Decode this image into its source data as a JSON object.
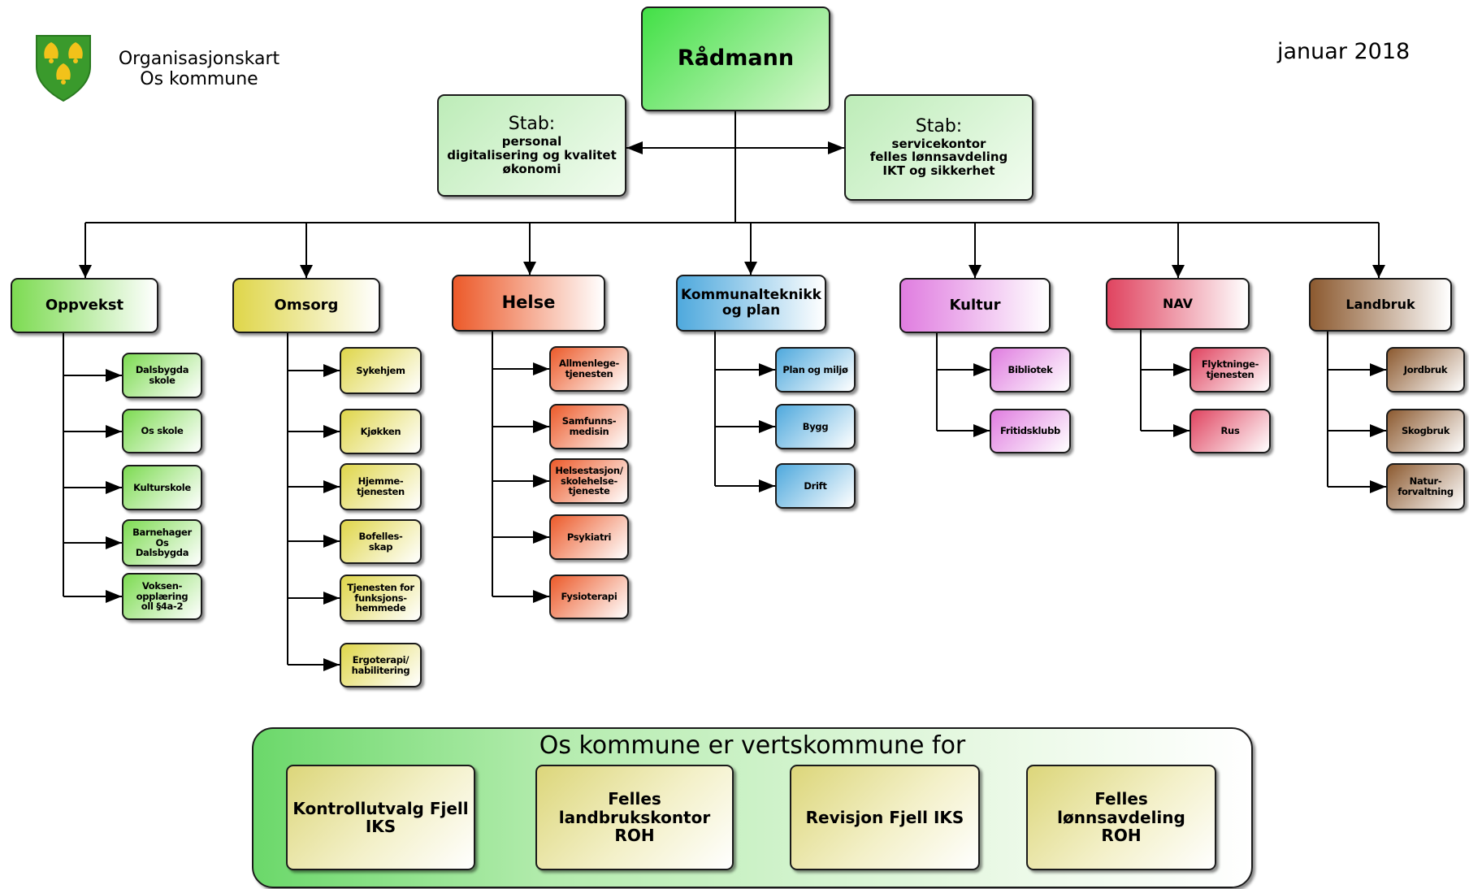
{
  "header": {
    "title": "Organisasjonskart",
    "subtitle": "Os kommune",
    "date": "januar 2018"
  },
  "top": {
    "label": "Rådmann",
    "color": "#5ede4a"
  },
  "stab_left": {
    "title": "Stab:",
    "lines": "personal\ndigitalisering og kvalitet\nøkonomi"
  },
  "stab_right": {
    "title": "Stab:",
    "lines": "servicekontor\nfelles lønnsavdeling\nIKT og sikkerhet"
  },
  "departments": [
    {
      "label": "Oppvekst",
      "color": "#7ddb52",
      "units": [
        "Dalsbygda\nskole",
        "Os skole",
        "Kulturskole",
        "Barnehager\nOs\nDalsbygda",
        "Voksen-\nopplæring\noll §4a-2"
      ]
    },
    {
      "label": "Omsorg",
      "color": "#dfd64a",
      "units": [
        "Sykehjem",
        "Kjøkken",
        "Hjemme-\ntjenesten",
        "Bofelles-\nskap",
        "Tjenesten for\nfunksjons-\nhemmede",
        "Ergoterapi/\nhabilitering"
      ]
    },
    {
      "label": "Helse",
      "color": "#ec5a2a",
      "units": [
        "Allmenlege-\ntjenesten",
        "Samfunns-\nmedisin",
        "Helsestasjon/\nskolehelse-\ntjeneste",
        "Psykiatri",
        "Fysioterapi"
      ]
    },
    {
      "label": "Kommunalteknikk\nog plan",
      "color": "#4fa9dd",
      "units": [
        "Plan og miljø",
        "Bygg",
        "Drift"
      ]
    },
    {
      "label": "Kultur",
      "color": "#e07de0",
      "units": [
        "Bibliotek",
        "Fritidsklubb"
      ]
    },
    {
      "label": "NAV",
      "color": "#e04460",
      "units": [
        "Flyktninge-\ntjenesten",
        "Rus"
      ]
    },
    {
      "label": "Landbruk",
      "color": "#8c5a30",
      "units": [
        "Jordbruk",
        "Skogbruk",
        "Natur-\nforvaltning"
      ]
    }
  ],
  "vertskommune": {
    "title": "Os kommune er vertskommune for",
    "items": [
      "Kontrollutvalg Fjell\nIKS",
      "Felles\nlandbrukskontor\nROH",
      "Revisjon Fjell IKS",
      "Felles\nlønnsavdeling\nROH"
    ]
  }
}
